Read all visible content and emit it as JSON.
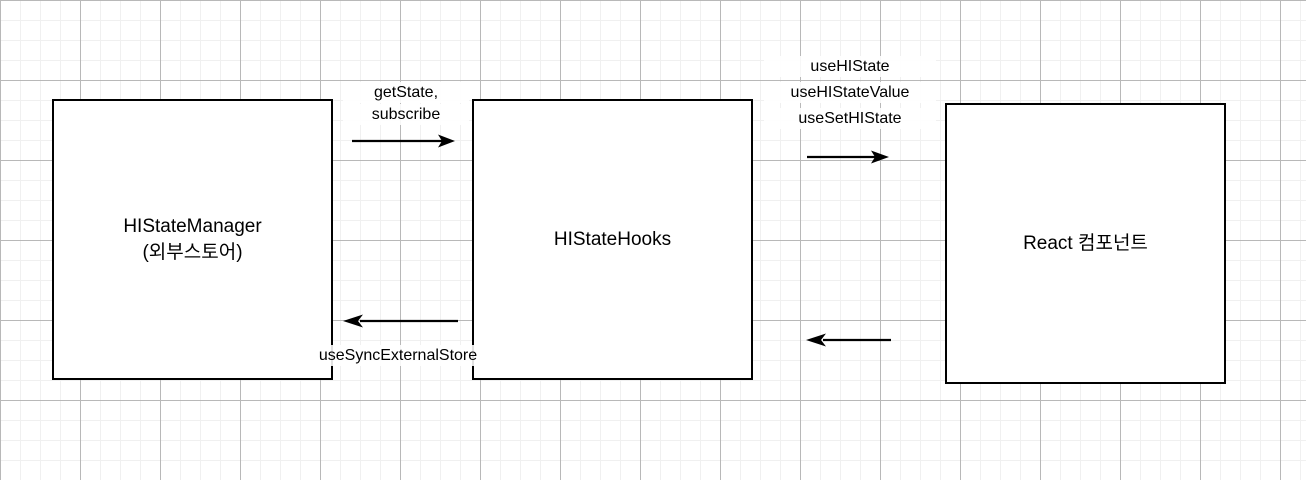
{
  "diagram": {
    "title": "HIState architecture flow",
    "background": {
      "grid_minor_color": "#f0f0f0",
      "grid_major_color": "#b8b8b8",
      "page_color": "#ffffff"
    },
    "stroke_color": "#000000",
    "nodes": [
      {
        "id": "histate-manager",
        "line1": "HIStateManager",
        "line2": "(외부스토어)"
      },
      {
        "id": "histate-hooks",
        "line1": "HIStateHooks",
        "line2": ""
      },
      {
        "id": "react-component",
        "line1": "React 컴포넌트",
        "line2": ""
      }
    ],
    "edges": [
      {
        "id": "manager-to-hooks",
        "direction": "right",
        "label_lines": [
          "getState,",
          "subscribe"
        ]
      },
      {
        "id": "hooks-to-manager",
        "direction": "left",
        "label_lines": [
          "useSyncExternalStore"
        ]
      },
      {
        "id": "hooks-to-component",
        "direction": "right",
        "label_lines": [
          "useHIState",
          "useHIStateValue",
          "useSetHIState"
        ]
      },
      {
        "id": "component-to-hooks",
        "direction": "left",
        "label_lines": []
      }
    ]
  }
}
